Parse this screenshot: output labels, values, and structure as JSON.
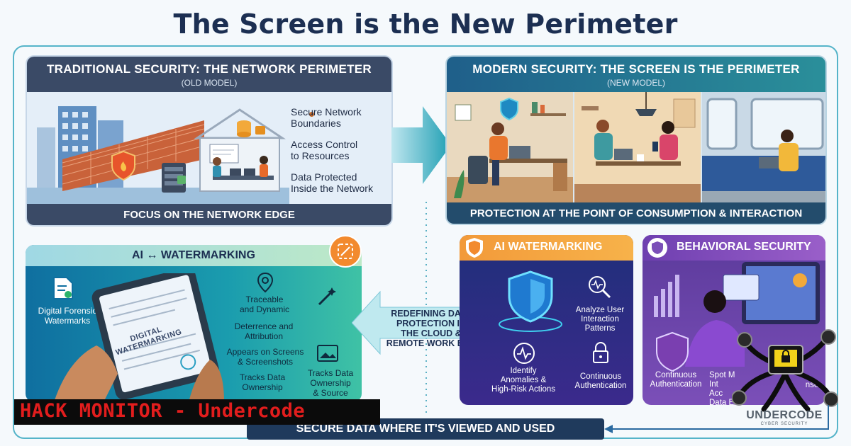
{
  "title": "The Screen is the New Perimeter",
  "traditional": {
    "title": "TRADITIONAL SECURITY: THE NETWORK PERIMETER",
    "subtitle": "(OLD MODEL)",
    "callouts": [
      "Secure Network Boundaries",
      "Access Control to Resources",
      "Data Protected Inside the Network"
    ],
    "callout_lines": [
      [
        "Secure Network",
        "Boundaries"
      ],
      [
        "Access Control",
        "to Resources"
      ],
      [
        "Data Protected",
        "Inside the Network"
      ]
    ],
    "footer": "FOCUS ON THE NETWORK EDGE"
  },
  "modern": {
    "title": "MODERN SECURITY: THE SCREEN IS THE PERIMETER",
    "subtitle": "(NEW MODEL)",
    "footer": "PROTECTION AT THE POINT OF CONSUMPTION & INTERACTION"
  },
  "ai_left": {
    "title": "AI ↔ WATERMARKING",
    "digital_forensic": [
      "Digital Forensic",
      "Watermarks"
    ],
    "tablet_text": "DIGITAL WATERMARKING",
    "features": [
      [
        "Traceable",
        "and Dynamic"
      ],
      [
        "Deterrence and",
        "Attribution"
      ],
      [
        "Appears on Screens",
        "& Screenshots"
      ],
      [
        "Tracks Data",
        "Ownership"
      ],
      [
        "Tracks Data",
        "Ownership",
        "& Source"
      ]
    ]
  },
  "center": {
    "lines": [
      "REDEFINING DATA",
      "PROTECTION IN",
      "THE CLOUD &",
      "REMOTE WORK ERA"
    ]
  },
  "ai_right": {
    "title": "AI WATERMARKING",
    "items": [
      [
        "Analyze User",
        "Interaction",
        "Patterns"
      ],
      [
        "Identify",
        "Anomalies &",
        "High-Risk Actions"
      ],
      [
        "Continuous",
        "Authentication"
      ]
    ]
  },
  "behavioral": {
    "title": "BEHAVIORAL SECURITY",
    "items": [
      [
        "Continuous",
        "Authentication"
      ],
      [
        "Spot M",
        "Int",
        "Acc",
        "Data Ex"
      ]
    ],
    "partial_right": [
      "nse"
    ]
  },
  "bottom_bar": "SECURE DATA WHERE IT'S VIEWED AND USED",
  "overlay": {
    "banner": "HACK MONITOR - Undercode",
    "logo": "UNDERCODE",
    "logo_sub": "CYBER SECURITY"
  },
  "colors": {
    "navy": "#1c2f52",
    "teal": "#2a8f9a",
    "orange": "#f29a3a",
    "purple": "#6e3fb0",
    "banner_red": "#e21d1d"
  }
}
